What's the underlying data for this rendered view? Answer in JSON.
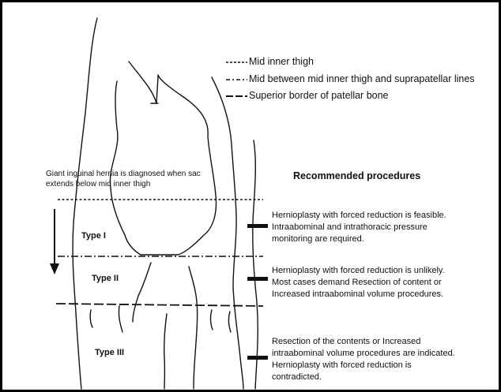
{
  "legend": [
    {
      "style": "dotted",
      "label": "Mid inner thigh"
    },
    {
      "style": "dash-dot",
      "label": "Mid between mid inner thigh and suprapatellar lines"
    },
    {
      "style": "dashed",
      "label": "Superior border of patellar bone"
    }
  ],
  "note": {
    "line1": "Giant inguinal hernia is diagnosed when sac",
    "line2": "extends below mid inner thigh"
  },
  "heading": "Recommended procedures",
  "types": [
    {
      "label": "Type I",
      "procedure_lines": [
        "Hernioplasty with forced reduction is feasible.",
        "Intraabominal and intrathoracic pressure",
        "monitoring are required."
      ]
    },
    {
      "label": "Type II",
      "procedure_lines": [
        "Hernioplasty with forced reduction is unlikely.",
        "Most cases demand Resection of content or",
        "Increased intraabominal volume procedures."
      ]
    },
    {
      "label": "Type III",
      "procedure_lines": [
        "Resection of the contents or Increased",
        "intraabominal volume procedures are indicated.",
        "Hernioplasty with forced reduction is",
        "contradicted."
      ]
    }
  ],
  "colors": {
    "line": "#111111",
    "background": "#ffffff",
    "frame": "#000000"
  }
}
